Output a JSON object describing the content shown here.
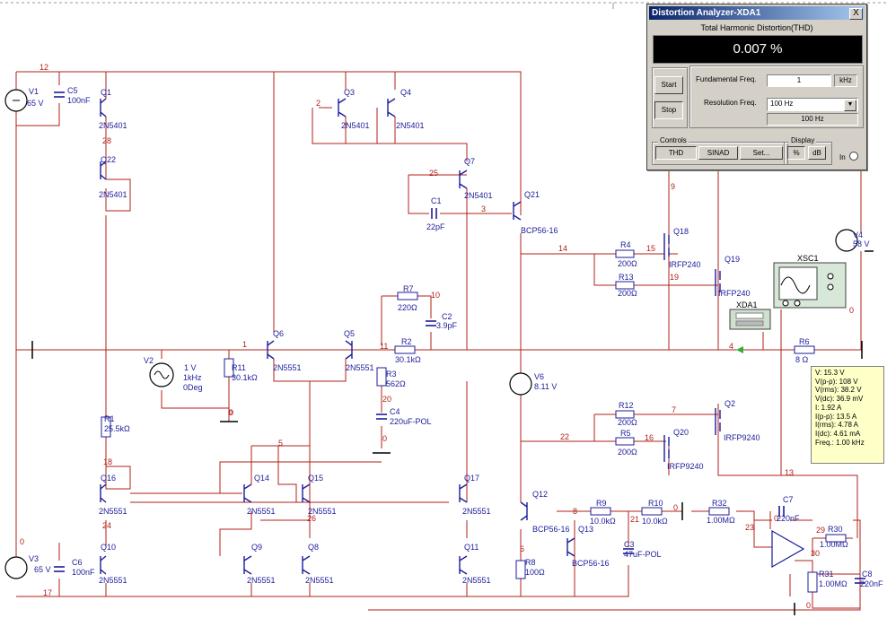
{
  "window": {
    "title": "Distortion Analyzer-XDA1",
    "close_glyph": "X",
    "thd_caption": "Total Harmonic Distortion(THD)",
    "thd_value": "0.007 %",
    "start_label": "Start",
    "stop_label": "Stop",
    "fundamental_label": "Fundamental Freq.",
    "fundamental_value": "1",
    "fundamental_unit": "kHz",
    "resolution_label": "Resolution Freq.",
    "resolution_value": "100 Hz",
    "resolution_readout": "100 Hz",
    "controls_label": "Controls",
    "thd_btn": "THD",
    "sinad_btn": "SINAD",
    "set_btn": "Set...",
    "display_label": "Display",
    "pct_btn": "%",
    "db_btn": "dB",
    "in_label": "In"
  },
  "probe": {
    "lines": [
      "V: 15.3 V",
      "V(p-p): 108 V",
      "V(rms): 38.2 V",
      "V(dc): 36.9 mV",
      "I: 1.92 A",
      "I(p-p): 13.5 A",
      "I(rms): 4.78 A",
      "I(dc): 4.61 mA",
      "Freq.: 1.00 kHz"
    ]
  },
  "components": {
    "V1": [
      "V1",
      "65 V"
    ],
    "V3": [
      "V3",
      "65 V"
    ],
    "V4": [
      "V4",
      "58 V"
    ],
    "V6": [
      "V6",
      "8.11 V"
    ],
    "V2": [
      "V2",
      "1 V",
      "1kHz",
      "0Deg"
    ],
    "C5": [
      "C5",
      "100nF"
    ],
    "C6": [
      "C6",
      "100nF"
    ],
    "C1": [
      "C1",
      "22pF"
    ],
    "C2": [
      "C2",
      "3.9pF"
    ],
    "C4": [
      "C4",
      "220uF-POL"
    ],
    "C3": [
      "C3",
      "47uF-POL"
    ],
    "C7": [
      "C7",
      "220nF"
    ],
    "C8": [
      "C8",
      "220nF"
    ],
    "R1": [
      "R1",
      "25.5kΩ"
    ],
    "R11": [
      "R11",
      "30.1kΩ"
    ],
    "R7": [
      "R7",
      "220Ω"
    ],
    "R2": [
      "R2",
      "30.1kΩ"
    ],
    "R3": [
      "R3",
      "562Ω"
    ],
    "R4": [
      "R4",
      "200Ω"
    ],
    "R13": [
      "R13",
      "200Ω"
    ],
    "R12": [
      "R12",
      "200Ω"
    ],
    "R5": [
      "R5",
      "200Ω"
    ],
    "R6": [
      "R6",
      "8 Ω"
    ],
    "R8": [
      "R8",
      "100Ω"
    ],
    "R9": [
      "R9",
      "10.0kΩ"
    ],
    "R10": [
      "R10",
      "10.0kΩ"
    ],
    "R32": [
      "R32",
      "1.00MΩ"
    ],
    "R30": [
      "R30",
      "1.00MΩ"
    ],
    "R31": [
      "R31",
      "1.00MΩ"
    ],
    "Q1": [
      "Q1",
      "2N5401"
    ],
    "Q22": [
      "Q22",
      "2N5401"
    ],
    "Q3": [
      "Q3",
      "2N5401"
    ],
    "Q4": [
      "Q4",
      "2N5401"
    ],
    "Q7": [
      "Q7",
      "2N5401"
    ],
    "Q21": [
      "Q21",
      "BCP56-16"
    ],
    "Q6": [
      "Q6",
      "2N5551"
    ],
    "Q5": [
      "Q5",
      "2N5551"
    ],
    "Q16": [
      "Q16",
      "2N5551"
    ],
    "Q14": [
      "Q14",
      "2N5551"
    ],
    "Q15": [
      "Q15",
      "2N5551"
    ],
    "Q17": [
      "Q17",
      "2N5551"
    ],
    "Q10": [
      "Q10",
      "2N5551"
    ],
    "Q9": [
      "Q9",
      "2N5551"
    ],
    "Q8": [
      "Q8",
      "2N5551"
    ],
    "Q11": [
      "Q11",
      "2N5551"
    ],
    "Q12": [
      "Q12",
      "BCP56-16"
    ],
    "Q13": [
      "Q13",
      "BCP56-16"
    ],
    "Q18": [
      "Q18",
      "IRFP240"
    ],
    "Q19": [
      "Q19",
      "IRFP240"
    ],
    "Q2": [
      "Q2",
      "IRFP9240"
    ],
    "Q20": [
      "Q20",
      "IRFP9240"
    ],
    "XSC1": [
      "XSC1"
    ],
    "XDA1": [
      "XDA1"
    ]
  },
  "nets": [
    "12",
    "2",
    "28",
    "25",
    "3",
    "14",
    "15",
    "19",
    "9",
    "10",
    "1",
    "11",
    "4",
    "0",
    "20",
    "5",
    "18",
    "26",
    "24",
    "7",
    "22",
    "16",
    "8",
    "21",
    "6",
    "23",
    "29",
    "30",
    "13",
    "17",
    "0",
    "0",
    "0",
    "0",
    "0",
    "0",
    "0"
  ],
  "colors": {
    "wire": "#b0201a",
    "component": "#1c1c9a",
    "title_bar": "#0a246a"
  }
}
